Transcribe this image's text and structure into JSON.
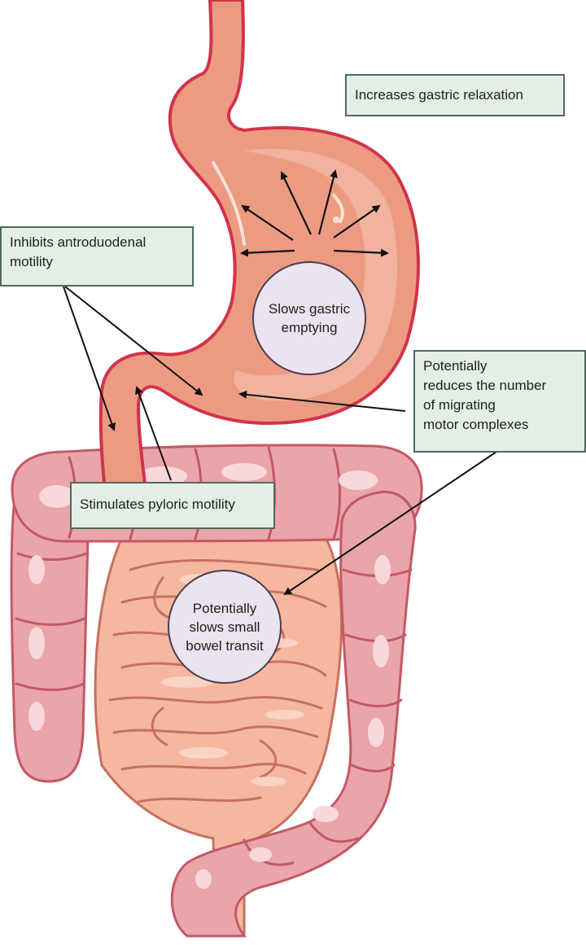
{
  "labels": {
    "gastric_relaxation": "Increases gastric relaxation",
    "antroduodenal": [
      "Inhibits antroduodenal",
      "motility"
    ],
    "pyloric": "Stimulates pyloric motility",
    "mmc": [
      "Potentially",
      "reduces the number",
      "of migrating",
      "motor complexes"
    ],
    "gastric_emptying": [
      "Slows gastric",
      "emptying"
    ],
    "small_bowel": [
      "Potentially",
      "slows small",
      "bowel transit"
    ]
  },
  "colors": {
    "stomach_fill": "#ec9b82",
    "stomach_outline": "#d2334a",
    "colon_fill": "#e9a5aa",
    "colon_highlight": "#f8d8db",
    "small_intestine_fill": "#f5b79f",
    "box_fill": "#e3efe6",
    "box_border": "#4d6a5b",
    "circle_fill": "#ebe4ef",
    "arrow": "#111111"
  }
}
